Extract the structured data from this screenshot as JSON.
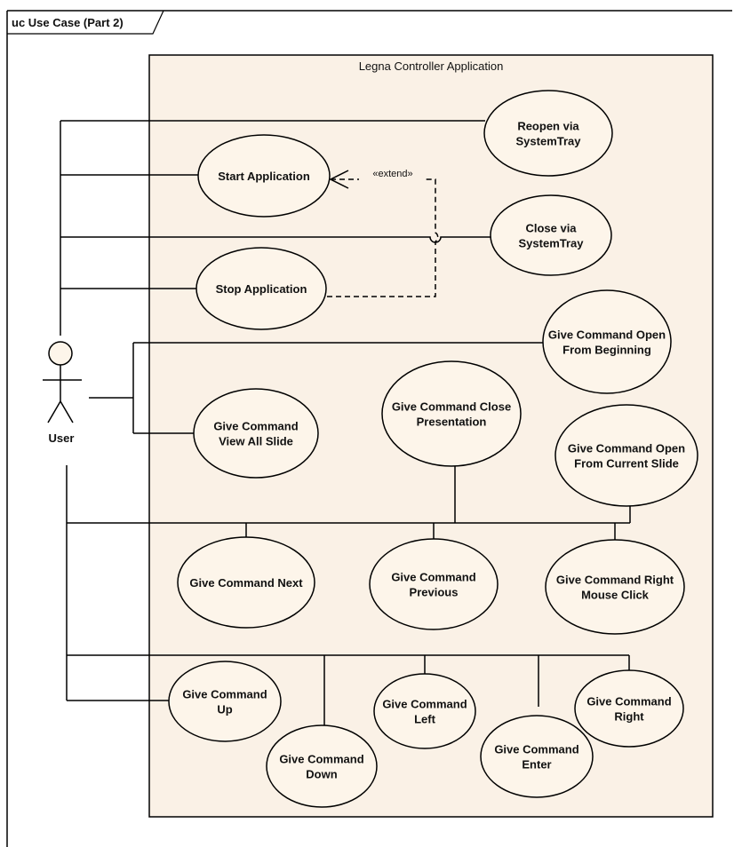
{
  "frame": {
    "label": "uc Use Case (Part 2)"
  },
  "system": {
    "name": "Legna Controller Application"
  },
  "actor": {
    "name": "User"
  },
  "relationship": {
    "extend_label": "«extend»"
  },
  "use_cases": [
    {
      "id": "reopen_systemtray",
      "lines": [
        "Reopen via",
        "SystemTray"
      ]
    },
    {
      "id": "start_application",
      "lines": [
        "Start Application"
      ]
    },
    {
      "id": "close_systemtray",
      "lines": [
        "Close via",
        "SystemTray"
      ]
    },
    {
      "id": "stop_application",
      "lines": [
        "Stop Application"
      ]
    },
    {
      "id": "open_from_beginning",
      "lines": [
        "Give Command Open",
        "From Beginning"
      ]
    },
    {
      "id": "close_presentation",
      "lines": [
        "Give Command Close",
        "Presentation"
      ]
    },
    {
      "id": "view_all_slide",
      "lines": [
        "Give Command",
        "View All Slide"
      ]
    },
    {
      "id": "open_from_current_slide",
      "lines": [
        "Give Command Open",
        "From Current Slide"
      ]
    },
    {
      "id": "next",
      "lines": [
        "Give Command Next"
      ]
    },
    {
      "id": "previous",
      "lines": [
        "Give Command",
        "Previous"
      ]
    },
    {
      "id": "right_mouse_click",
      "lines": [
        "Give Command Right",
        "Mouse Click"
      ]
    },
    {
      "id": "up",
      "lines": [
        "Give Command",
        "Up"
      ]
    },
    {
      "id": "left",
      "lines": [
        "Give Command",
        "Left"
      ]
    },
    {
      "id": "right",
      "lines": [
        "Give Command",
        "Right"
      ]
    },
    {
      "id": "enter",
      "lines": [
        "Give Command",
        "Enter"
      ]
    },
    {
      "id": "down",
      "lines": [
        "Give Command",
        "Down"
      ]
    }
  ]
}
